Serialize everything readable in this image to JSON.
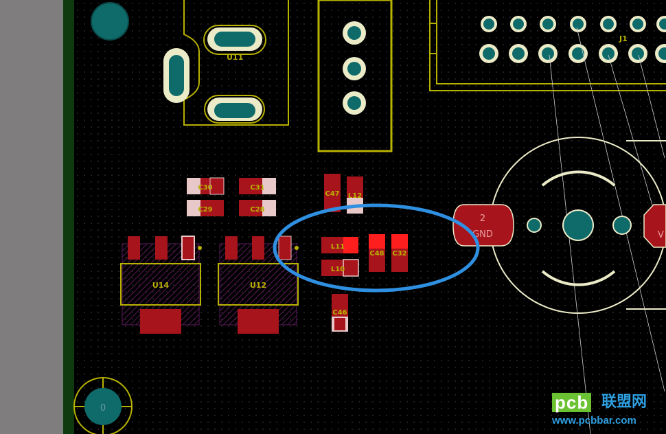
{
  "components": {
    "crystal": "U11",
    "regulators": [
      "U14",
      "U12"
    ],
    "caps_top_left": [
      "C30",
      "C31"
    ],
    "caps_bottom_left": [
      "C29",
      "C28"
    ],
    "caps_mid": [
      "C47",
      "L12"
    ],
    "inductors": [
      "L11",
      "L10"
    ],
    "caps_circled": [
      "C48",
      "C32"
    ],
    "cap_bottom": "C46",
    "header": "J1",
    "jack_pin_number": "2",
    "jack_pin_net": "GND",
    "jack_right_net": "V",
    "mount_hole": "0"
  },
  "watermark": {
    "brand": "pcb",
    "brand_cn": "联盟网",
    "url": "www.pcbbar.com"
  },
  "colors": {
    "board": "#000000",
    "silkscreen": "#b8b200",
    "pad_red": "#a8141c",
    "pad_selected": "#ff1e1e",
    "via": "#0f6a6a",
    "outline_white": "#ecebc8",
    "highlight_ring": "#2f8fe0",
    "watermark_green": "#6bc232",
    "watermark_blue": "#2e9fe0"
  }
}
